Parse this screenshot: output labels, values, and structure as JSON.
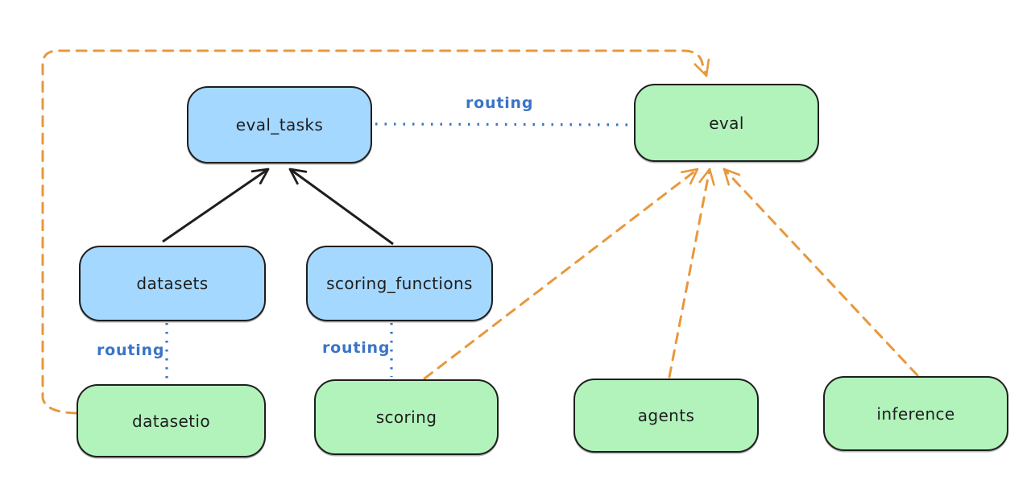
{
  "diagram": {
    "description": "routing diagram connecting API boxes to provider boxes"
  },
  "nodes": {
    "eval_tasks": {
      "label": "eval_tasks",
      "fill": "blue"
    },
    "eval": {
      "label": "eval",
      "fill": "green"
    },
    "datasets": {
      "label": "datasets",
      "fill": "blue"
    },
    "scoring_functions": {
      "label": "scoring_functions",
      "fill": "blue"
    },
    "datasetio": {
      "label": "datasetio",
      "fill": "green"
    },
    "scoring": {
      "label": "scoring",
      "fill": "green"
    },
    "agents": {
      "label": "agents",
      "fill": "green"
    },
    "inference": {
      "label": "inference",
      "fill": "green"
    }
  },
  "edge_labels": {
    "routing_eval_tasks_eval": "routing",
    "routing_datasets_datasetio": "routing",
    "routing_scoring_functions_scoring": "routing"
  },
  "colors": {
    "background": "#ffffff",
    "blue_node_fill": "#a5d8ff",
    "green_node_fill": "#b2f2bb",
    "node_border": "#1e1e1e",
    "routing_blue": "#3a74c8",
    "provider_orange": "#e8983c",
    "arrow_black": "#1e1e1e"
  }
}
